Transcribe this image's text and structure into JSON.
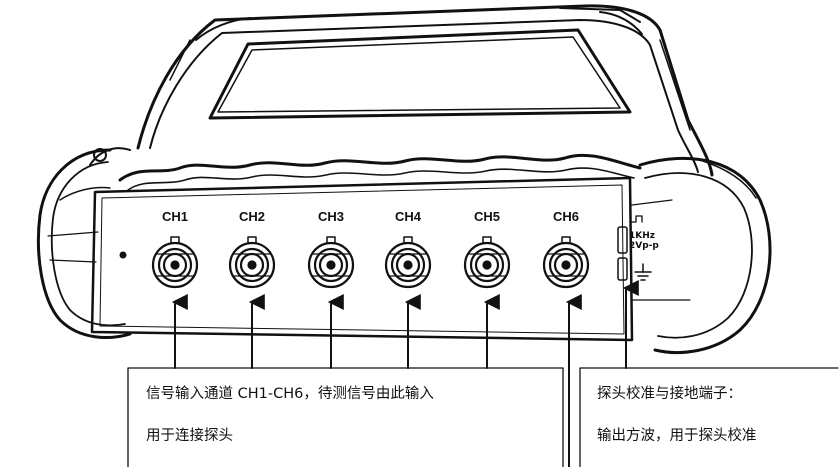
{
  "channels": [
    "CH1",
    "CH2",
    "CH3",
    "CH4",
    "CH5",
    "CH6"
  ],
  "probe_cal": {
    "signal_label": "1KHz",
    "amplitude_label": "2Vp-p"
  },
  "callouts": {
    "channels_box": {
      "line1": "信号输入通道  CH1-CH6，待测信号由此输入",
      "line2": "用于连接探头"
    },
    "probe_box": {
      "line1": "探头校准与接地端子：",
      "line2": "输出方波，用于探头校准"
    }
  },
  "icons": {
    "ground": "ground-icon",
    "square_wave": "square-wave-icon",
    "bnc": "bnc-connector-icon"
  }
}
